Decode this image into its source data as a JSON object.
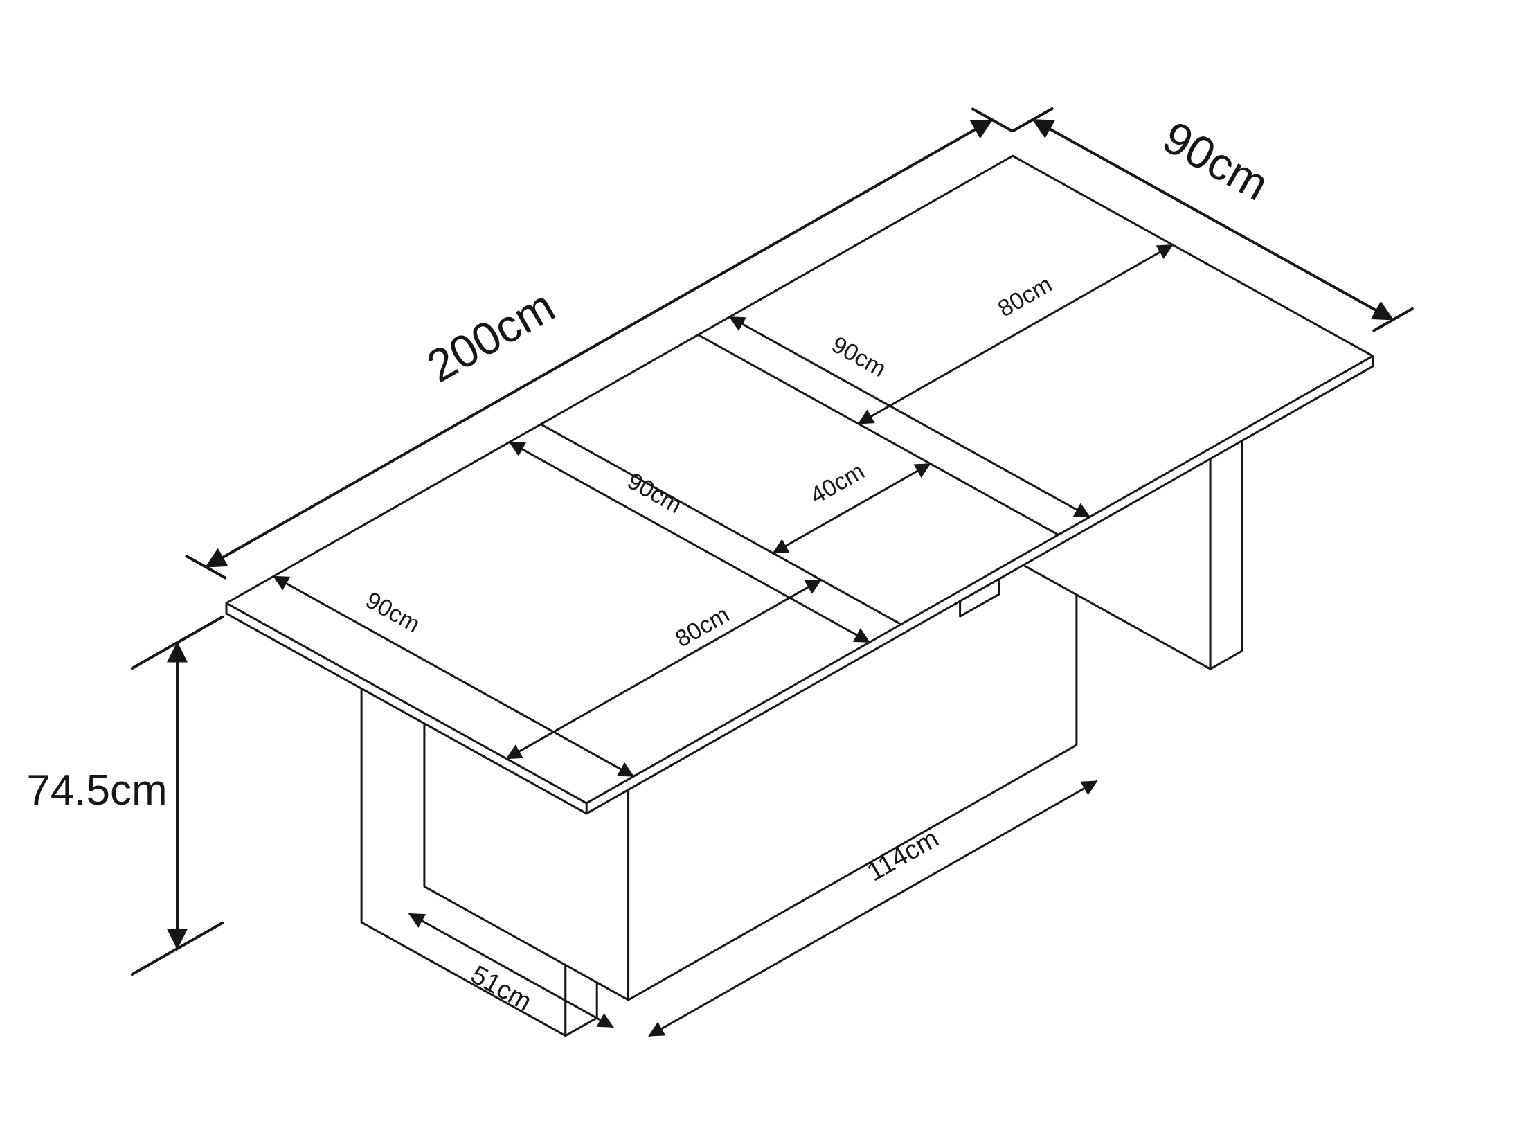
{
  "diagram": {
    "kind": "isometric-furniture-dimension-drawing",
    "subject": "extending-dining-table",
    "background_color": "#ffffff",
    "line_color": "#161616",
    "dims": {
      "overall_length": "200cm",
      "overall_width": "90cm",
      "height": "74.5cm",
      "left_section_width": "90cm",
      "mid_section_width": "90cm",
      "right_section_width": "90cm",
      "left_section_length": "80cm",
      "extension_length": "40cm",
      "right_section_length": "80cm",
      "base_depth": "51cm",
      "base_length": "114cm"
    }
  }
}
